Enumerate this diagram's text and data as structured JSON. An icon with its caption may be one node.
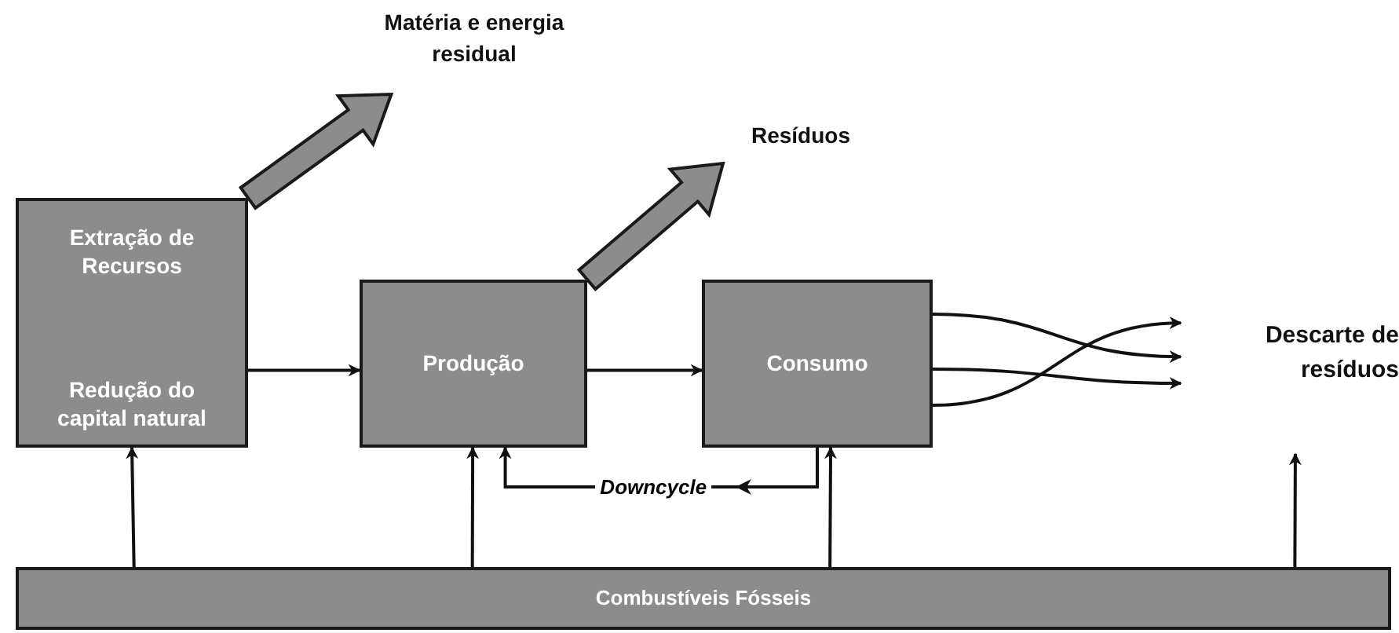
{
  "diagram": {
    "nodes": [
      {
        "text": [
          "Extração de Recursos",
          "Redução do capital natural"
        ]
      },
      {
        "text": [
          "Produção"
        ]
      },
      {
        "text": [
          "Consumo"
        ]
      },
      {
        "text": [
          "Combustíveis Fósseis"
        ]
      },
      {
        "text": [
          "Matéria e energia residual"
        ]
      },
      {
        "text": [
          "Resíduos"
        ]
      },
      {
        "text": [
          "Descarte de resíduos"
        ]
      }
    ],
    "edges": [
      {
        "from": 0,
        "to": 1,
        "arrow": "to"
      },
      {
        "from": 1,
        "to": 2,
        "arrow": "to"
      },
      {
        "from": 2,
        "to": 1,
        "label": "Downcycle",
        "arrow": "to"
      },
      {
        "from": 3,
        "to": 0,
        "arrow": "to"
      },
      {
        "from": 3,
        "to": 1,
        "arrow": "to"
      },
      {
        "from": 3,
        "to": 2,
        "arrow": "to"
      },
      {
        "from": 3,
        "to": 6,
        "arrow": "to"
      },
      {
        "from": 0,
        "to": 4,
        "arrow": "to",
        "style": "thick",
        "color": "#8c8c8c"
      },
      {
        "from": 1,
        "to": 5,
        "arrow": "to",
        "style": "thick",
        "color": "#8c8c8c"
      },
      {
        "from": 2,
        "to": 6,
        "arrow": "to"
      },
      {
        "from": 2,
        "to": 6,
        "arrow": "to"
      },
      {
        "from": 2,
        "to": 6,
        "arrow": "to"
      }
    ]
  }
}
